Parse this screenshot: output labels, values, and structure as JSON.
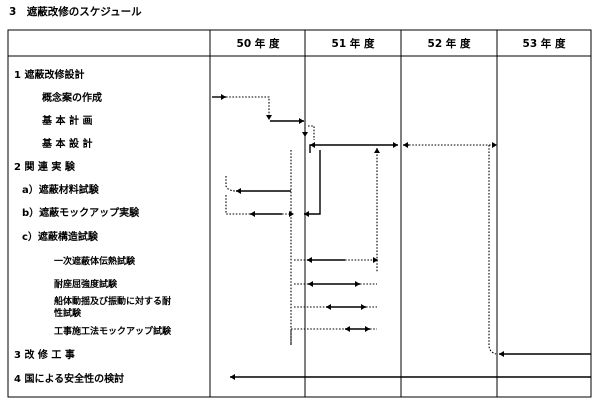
{
  "title": "3　遮蔽改修のスケジュール",
  "years": [
    "50 年 度",
    "51 年 度",
    "52 年 度",
    "53 年 度"
  ],
  "rows": [
    "1 遮蔽改修設計",
    "概念案の作成",
    "基 本 計 画",
    "基 本 設 計",
    "2 関 連 実 験",
    "a）遮蔽材料試験",
    "b）遮蔽モックアップ実験",
    "c）遮蔽構造試験",
    "一次遮蔽体伝熱試験",
    "耐座屈強度試験",
    "船体動揺及び振動に対する耐",
    "性試験",
    "工事施工法モックアップ試験",
    "3 改 修 工 事",
    "4 国による安全性の検討"
  ]
}
